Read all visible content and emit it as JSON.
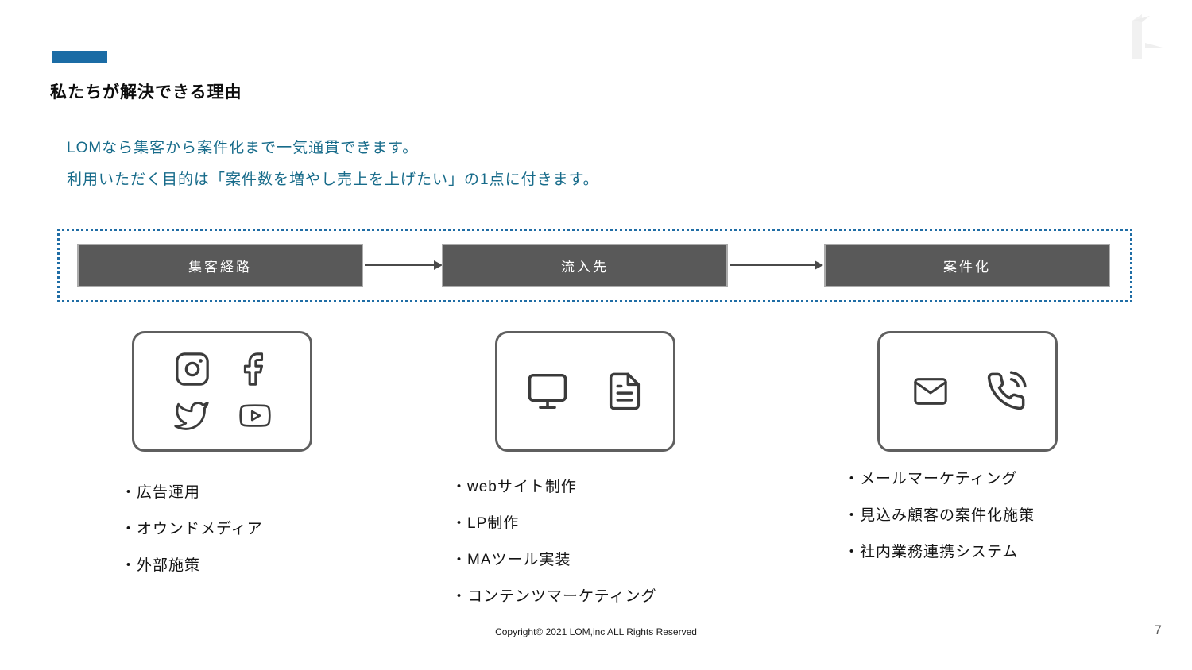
{
  "slide": {
    "title": "私たちが解決できる理由",
    "intro_lines": [
      "LOMなら集客から案件化まで一気通貫できます。",
      "利用いただく目的は「案件数を増やし売上を上げたい」の1点に付きます。"
    ],
    "footer": "Copyright© 2021 LOM,inc ALL Rights Reserved",
    "page_number": "7"
  },
  "flow": {
    "steps": [
      {
        "label": "集客経路"
      },
      {
        "label": "流入先"
      },
      {
        "label": "案件化"
      }
    ]
  },
  "columns": [
    {
      "icons": [
        "instagram",
        "facebook",
        "twitter",
        "youtube"
      ],
      "items": [
        "・広告運用",
        "・オウンドメディア",
        "・外部施策"
      ]
    },
    {
      "icons": [
        "monitor",
        "document"
      ],
      "items": [
        "・webサイト制作",
        "・LP制作",
        "・MAツール実装",
        "・コンテンツマーケティング"
      ]
    },
    {
      "icons": [
        "mail",
        "phone"
      ],
      "items": [
        "・メールマーケティング",
        "・見込み顧客の案件化施策",
        "・社内業務連携システム"
      ]
    }
  ],
  "colors": {
    "accent_blue": "#1B6CA5",
    "intro_text": "#176B8A",
    "dotted_border": "#1F6DA5",
    "flow_box": "#595959",
    "icon_gray": "#3B3B3B"
  }
}
